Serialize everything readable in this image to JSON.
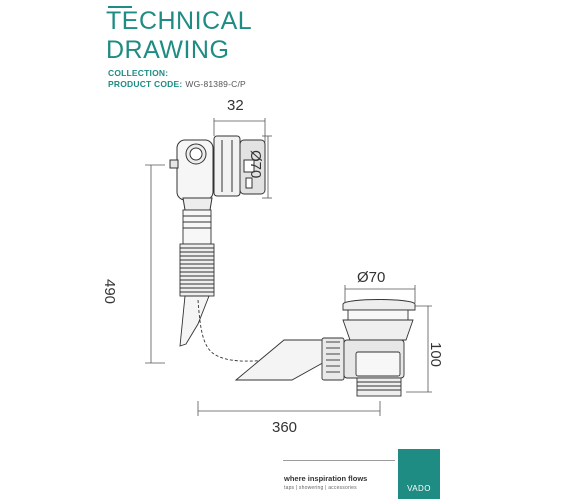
{
  "header": {
    "title_line1": "TECHNICAL",
    "title_line2": "DRAWING",
    "collection_label": "COLLECTION:",
    "collection_value": "",
    "product_code_label": "PRODUCT CODE:",
    "product_code_value": "WG-81389-C/P"
  },
  "dimensions": {
    "waste_depth": "32",
    "overflow_diameter": "Ø70",
    "vertical_length": "490",
    "plug_diameter": "Ø70",
    "waste_height": "100",
    "horizontal_length": "360"
  },
  "footer": {
    "tagline": "where inspiration flows",
    "subline": "taps | showering | accessories",
    "brand": "VADO"
  },
  "colors": {
    "accent": "#1f8c84",
    "ink": "#333333",
    "line": "#555555",
    "light": "#e8e8e8"
  }
}
